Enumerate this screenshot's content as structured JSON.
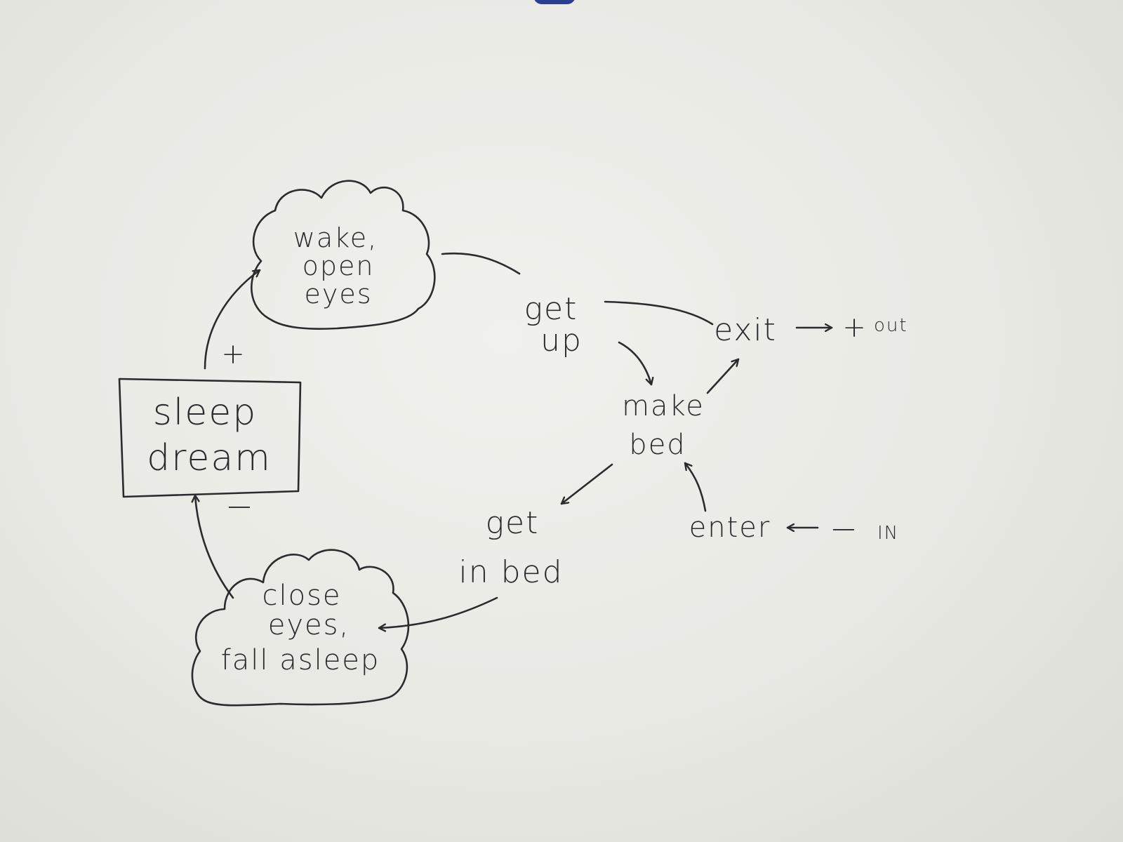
{
  "nodes": {
    "wake": [
      "wake,",
      "open",
      "eyes"
    ],
    "get_up": [
      "get",
      "up"
    ],
    "exit": "exit",
    "make_bed": [
      "make",
      "bed"
    ],
    "get_in_bed": [
      "get",
      "in bed"
    ],
    "enter": "enter",
    "sleep_dream": [
      "sleep",
      "dream"
    ],
    "close_eyes": [
      "close",
      "eyes,",
      "fall asleep"
    ]
  },
  "signs": {
    "plus_sleep_to_wake": "+",
    "minus_close_to_sleep": "−",
    "plus_out": "+",
    "minus_in": "−"
  },
  "external": {
    "out_label": "out",
    "in_label": "IN"
  },
  "colors": {
    "ink": "#2b2b2e",
    "paper": "#eeeeea",
    "top_mark": "#2a3d8f"
  }
}
